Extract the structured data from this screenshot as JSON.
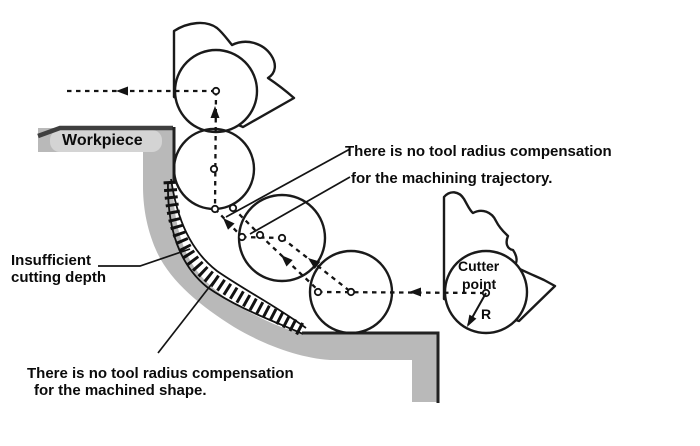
{
  "diagram": {
    "title_context": "Tool radius compensation diagram",
    "workpiece_label": "Workpiece",
    "insufficient": {
      "line1": "Insufficient",
      "line2": "cutting depth"
    },
    "trajectory_note": {
      "line1": "There is no tool radius compensation",
      "line2": "for the machining trajectory."
    },
    "shape_note": {
      "line1": "There is no tool radius compensation",
      "line2": "for the machined shape."
    },
    "cutter": {
      "line1": "Cutter",
      "line2": "point",
      "radius_label": "R"
    },
    "icons": {
      "cutter_circles": "tool-position-circle",
      "flags": "cutter-holder-flag",
      "hatch": "insufficient-depth-hatching",
      "arrows": "feed-direction-arrow"
    },
    "colors": {
      "workpiece_gray": "#b9b9b9",
      "label_highlight_gray": "#d4d4d4",
      "dark_edge": "#3f3f3f",
      "line_black": "#141414",
      "background": "#ffffff"
    }
  }
}
